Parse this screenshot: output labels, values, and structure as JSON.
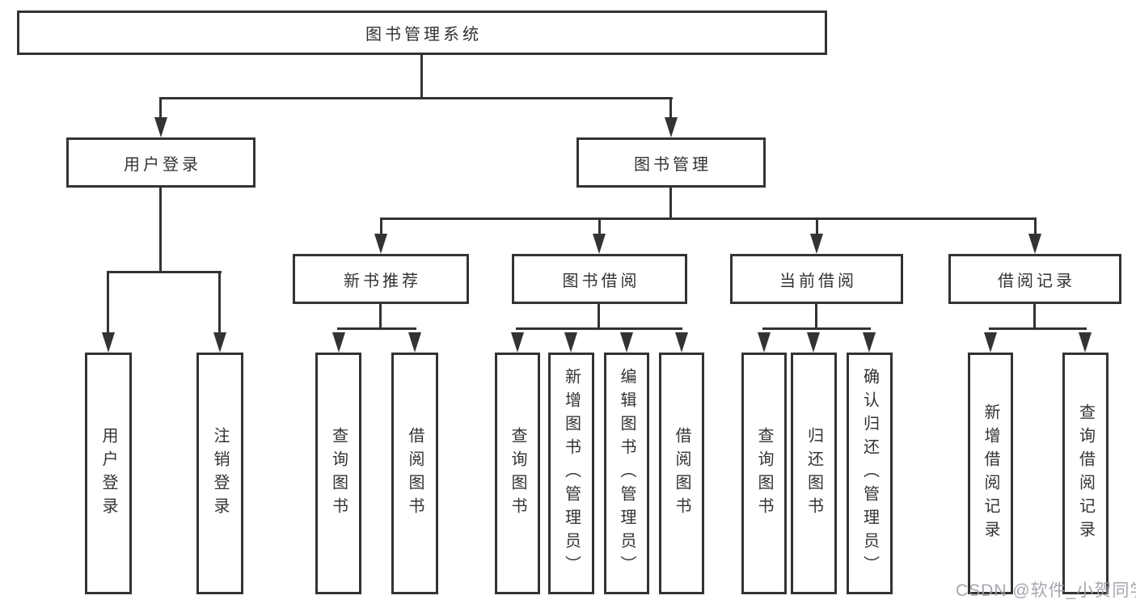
{
  "diagram_title": "图书管理系统",
  "watermark": {
    "text": "CSDN @软件_小贺同学",
    "color": "#9da0a8"
  },
  "colors": {
    "line": "#333333",
    "box_border": "#333333",
    "box_fill": "#ffffff",
    "text": "#333333",
    "background": "#ffffff"
  },
  "tree": {
    "root": {
      "label": "图书管理系统",
      "children": [
        {
          "label": "用户登录",
          "children": [
            {
              "label": "用户登录"
            },
            {
              "label": "注销登录"
            }
          ]
        },
        {
          "label": "图书管理",
          "children": [
            {
              "label": "新书推荐",
              "children": [
                {
                  "label": "查询图书"
                },
                {
                  "label": "借阅图书"
                }
              ]
            },
            {
              "label": "图书借阅",
              "children": [
                {
                  "label": "查询图书"
                },
                {
                  "label": "新增图书（管理员）"
                },
                {
                  "label": "编辑图书（管理员）"
                },
                {
                  "label": "借阅图书"
                }
              ]
            },
            {
              "label": "当前借阅",
              "children": [
                {
                  "label": "查询图书"
                },
                {
                  "label": "归还图书"
                },
                {
                  "label": "确认归还（管理员）"
                }
              ]
            },
            {
              "label": "借阅记录",
              "children": [
                {
                  "label": "新增借阅记录"
                },
                {
                  "label": "查询借阅记录"
                }
              ]
            }
          ]
        }
      ]
    }
  }
}
